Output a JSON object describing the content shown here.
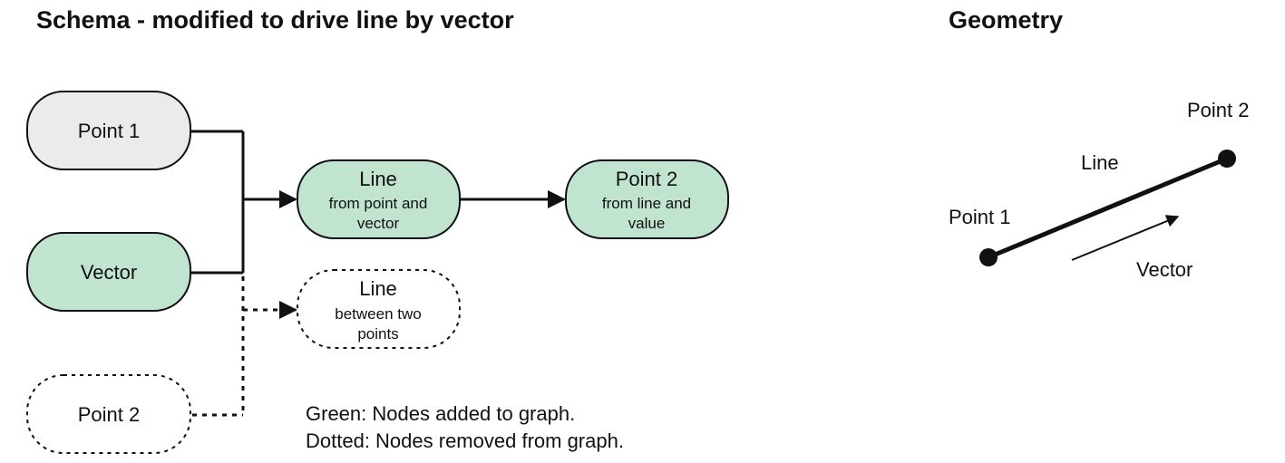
{
  "schema": {
    "title": "Schema - modified to drive line by vector",
    "nodes": {
      "point1": {
        "label": "Point 1",
        "status": "existing",
        "fill": "#ebebeb"
      },
      "vector": {
        "label": "Vector",
        "status": "added",
        "fill": "#c0e4d0"
      },
      "point2_old": {
        "label": "Point 2",
        "status": "removed"
      },
      "line_new": {
        "label": "Line",
        "sub1": "from point and",
        "sub2": "vector",
        "status": "added",
        "fill": "#c0e4d0"
      },
      "point2_new": {
        "label": "Point 2",
        "sub1": "from line and",
        "sub2": "value",
        "status": "added",
        "fill": "#c0e4d0"
      },
      "line_old": {
        "label": "Line",
        "sub1": "between two",
        "sub2": "points",
        "status": "removed"
      }
    },
    "legend": {
      "green": "Green: Nodes added to graph.",
      "dotted": "Dotted: Nodes removed from graph."
    }
  },
  "geometry": {
    "title": "Geometry",
    "point1_label": "Point 1",
    "point2_label": "Point 2",
    "line_label": "Line",
    "vector_label": "Vector"
  }
}
